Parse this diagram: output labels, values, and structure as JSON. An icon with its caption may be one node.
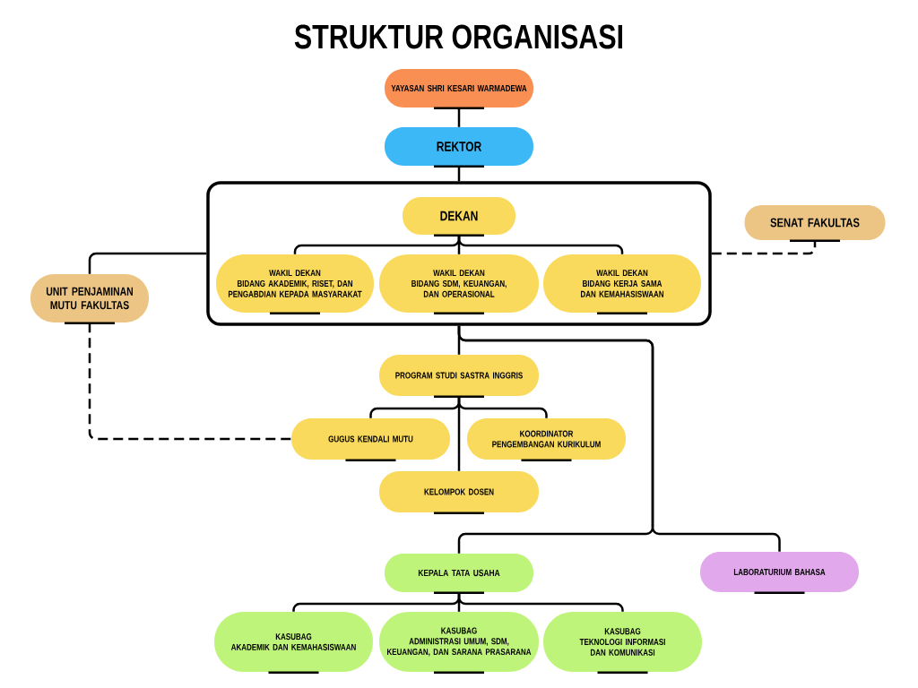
{
  "diagram": {
    "title": "STRUKTUR ORGANISASI",
    "nodes": [
      {
        "text": [
          "YAYASAN SHRI KESARI WARMADEWA"
        ]
      },
      {
        "text": [
          "REKTOR"
        ]
      },
      {
        "text": [],
        "shape": "box"
      },
      {
        "text": [
          "DEKAN"
        ],
        "in": 2
      },
      {
        "text": [
          "WAKIL DEKAN",
          "BIDANG AKADEMIK, RISET, DAN PENGABDIAN KEPADA MASYARAKAT"
        ],
        "in": 2
      },
      {
        "text": [
          "WAKIL DEKAN",
          "BIDANG SDM, KEUANGAN, DAN OPERASIONAL"
        ],
        "in": 2
      },
      {
        "text": [
          "WAKIL DEKAN",
          "BIDANG KERJA SAMA DAN KEMAHASISWAAN"
        ],
        "in": 2
      },
      {
        "text": [
          "UNIT PENJAMINAN MUTU FAKULTAS"
        ]
      },
      {
        "text": [
          "SENAT FAKULTAS"
        ]
      },
      {
        "text": [
          "PROGRAM STUDI SASTRA INGGRIS"
        ]
      },
      {
        "text": [
          "GUGUS KENDALI MUTU"
        ]
      },
      {
        "text": [
          "KOORDINATOR PENGEMBANGAN KURIKULUM"
        ]
      },
      {
        "text": [
          "KELOMPOK DOSEN"
        ]
      },
      {
        "text": [
          "KEPALA TATA USAHA"
        ]
      },
      {
        "text": [
          "LABORATURIUM BAHASA"
        ]
      },
      {
        "text": [
          "KASUBAG",
          "AKADEMIK DAN KEMAHASISWAAN"
        ]
      },
      {
        "text": [
          "KASUBAG",
          "ADMINISTRASI UMUM, SDM, KEUANGAN, DAN SARANA PRASARANA"
        ]
      },
      {
        "text": [
          "KASUBAG",
          "TEKNOLOGI INFORMASI DAN KOMUNIKASI"
        ]
      }
    ],
    "edges": [
      {
        "from": 0,
        "to": 1,
        "arrow": "none"
      },
      {
        "from": 1,
        "to": 2,
        "arrow": "none"
      },
      {
        "from": 3,
        "to": 4,
        "arrow": "none"
      },
      {
        "from": 3,
        "to": 5,
        "arrow": "none"
      },
      {
        "from": 3,
        "to": 6,
        "arrow": "none"
      },
      {
        "from": 2,
        "to": 7,
        "arrow": "none"
      },
      {
        "from": 2,
        "to": 8,
        "arrow": "none",
        "style": "dashed"
      },
      {
        "from": 2,
        "to": 9,
        "arrow": "none"
      },
      {
        "from": 7,
        "to": 10,
        "arrow": "none",
        "style": "dashed"
      },
      {
        "from": 9,
        "to": 10,
        "arrow": "none"
      },
      {
        "from": 9,
        "to": 11,
        "arrow": "none"
      },
      {
        "from": 9,
        "to": 12,
        "arrow": "none"
      },
      {
        "from": 2,
        "to": 13,
        "arrow": "none"
      },
      {
        "from": 2,
        "to": 14,
        "arrow": "none"
      },
      {
        "from": 13,
        "to": 15,
        "arrow": "none"
      },
      {
        "from": 13,
        "to": 16,
        "arrow": "none"
      },
      {
        "from": 13,
        "to": 17,
        "arrow": "none"
      }
    ]
  }
}
